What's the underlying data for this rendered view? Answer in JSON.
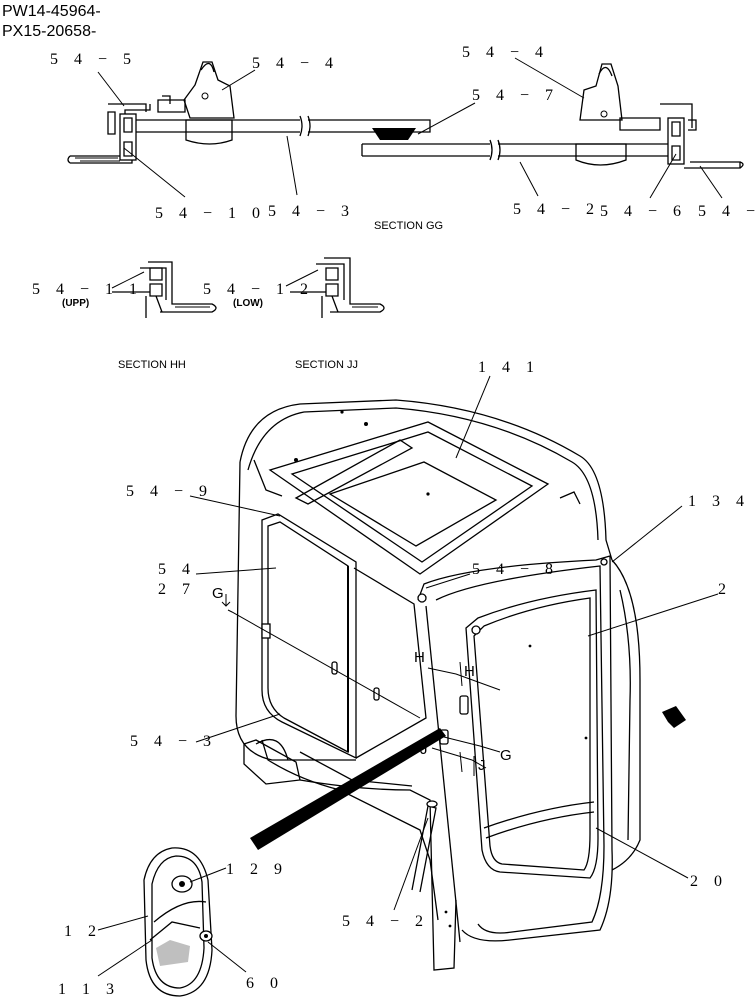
{
  "header": {
    "codes": [
      "PW14-45964-",
      "PX15-20658-"
    ]
  },
  "sections": {
    "gg": "SECTION GG",
    "hh": "SECTION HH",
    "jj": "SECTION JJ",
    "upp": "(UPP)",
    "low": "(LOW)"
  },
  "callouts": {
    "c54_5": "5 4 − 5",
    "c54_4a": "5 4 − 4",
    "c54_4b": "5 4 − 4",
    "c54_7": "5 4 − 7",
    "c54_10": "5 4 − 1 0",
    "c54_3a": "5 4 − 3",
    "c54_2a": "5 4 − 2",
    "c54_6": "5 4 − 6",
    "c54_cut": "5 4 −",
    "c54_11": "5 4 − 1 1",
    "c54_12": "5 4 − 1 2",
    "c141": "1 4 1",
    "c54_9": "5 4 − 9",
    "c134": "1 3 4",
    "c54_27a": "5 4",
    "c54_27b": "2 7",
    "c54_8": "5 4 − 8",
    "c2": "2",
    "c54_3b": "5 4 − 3",
    "c129": "1 2 9",
    "c20": "2 0",
    "c12": "1 2",
    "c54_2b": "5 4 − 2",
    "c113": "1 1 3",
    "c60": "6 0"
  },
  "section_marks": {
    "g1": "G",
    "g2": "G",
    "h1": "H",
    "h2": "H",
    "j1": "J",
    "j2": "J"
  }
}
